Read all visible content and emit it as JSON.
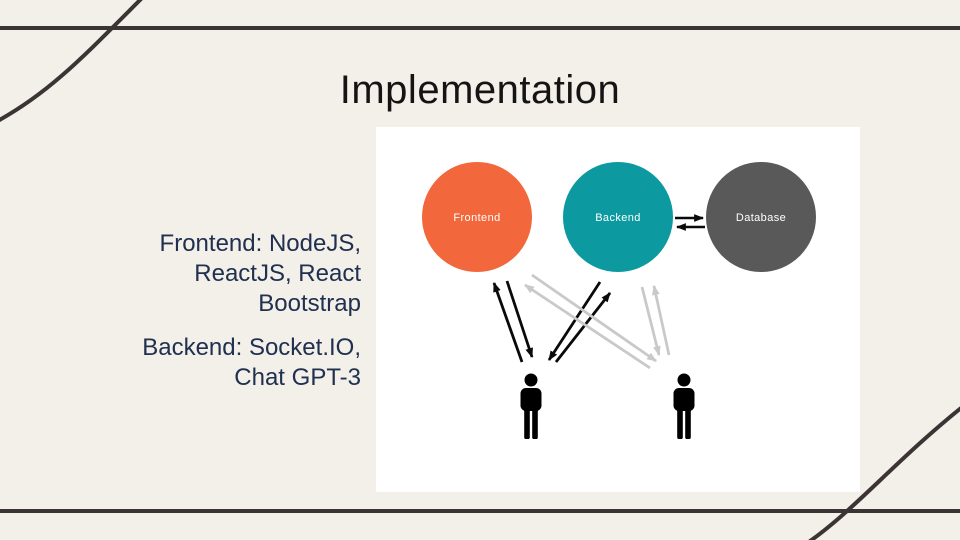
{
  "slide": {
    "title": "Implementation",
    "background_color": "#f3efe9",
    "decor_line_color": "#3b3334",
    "body_text_color": "#20304f"
  },
  "left_text": {
    "paragraph1_lines": [
      "Frontend: NodeJS,",
      "ReactJS, React",
      "Bootstrap"
    ],
    "paragraph2_lines": [
      "Backend: Socket.IO,",
      "Chat GPT-3"
    ]
  },
  "diagram": {
    "panel_background": "#ffffff",
    "nodes": [
      {
        "label": "Frontend",
        "color": "#F2683C"
      },
      {
        "label": "Backend",
        "color": "#0C9AA0"
      },
      {
        "label": "Database",
        "color": "#595959"
      }
    ],
    "arrow_colors": {
      "primary": "#0a0a0a",
      "secondary": "#c9c9c9"
    },
    "edges": [
      {
        "from": "Backend",
        "to": "Database",
        "style": "primary",
        "bidirectional": true
      },
      {
        "from": "Frontend",
        "to": "User1",
        "style": "primary",
        "bidirectional": true
      },
      {
        "from": "Backend",
        "to": "User1",
        "style": "primary",
        "bidirectional": true
      },
      {
        "from": "Frontend",
        "to": "User2",
        "style": "secondary",
        "bidirectional": true
      },
      {
        "from": "Backend",
        "to": "User2",
        "style": "secondary",
        "bidirectional": true
      }
    ],
    "icons": [
      "user-icon",
      "user-icon"
    ]
  }
}
